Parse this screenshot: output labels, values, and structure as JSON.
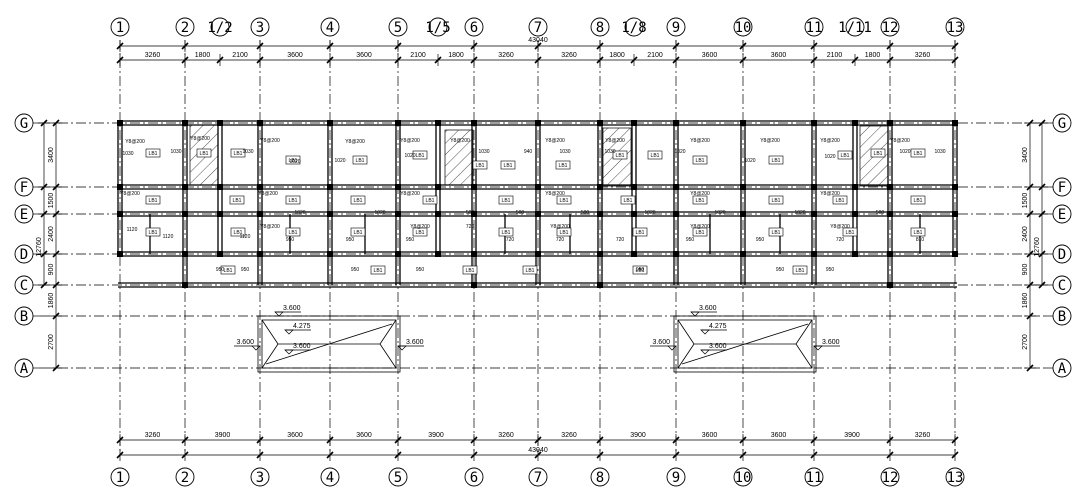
{
  "axes_x": [
    "1",
    "2",
    "1/2",
    "3",
    "4",
    "5",
    "1/5",
    "6",
    "7",
    "8",
    "1/8",
    "9",
    "10",
    "11",
    "1/11",
    "12",
    "13"
  ],
  "axes_x_bottom": [
    "1",
    "2",
    "3",
    "4",
    "5",
    "6",
    "7",
    "8",
    "9",
    "10",
    "11",
    "12",
    "13"
  ],
  "axes_y": [
    "G",
    "F",
    "E",
    "D",
    "C",
    "B",
    "A"
  ],
  "top_total": "43040",
  "bottom_total": "43040",
  "top_dims": [
    "3260",
    "1800",
    "2100",
    "3600",
    "3600",
    "2100",
    "1800",
    "3260",
    "3260",
    "1800",
    "2100",
    "3600",
    "3600",
    "2100",
    "1800",
    "3260"
  ],
  "bottom_dims": [
    "3260",
    "3900",
    "3600",
    "3600",
    "3900",
    "3260",
    "3260",
    "3900",
    "3600",
    "3600",
    "3900",
    "3260"
  ],
  "side_dims": [
    "3400",
    "1500",
    "2400",
    "900",
    "1860",
    "2700"
  ],
  "side_total": "12760",
  "slab_tag": "LB1",
  "beam_label": "Y8@200",
  "slab_dims": [
    "1030",
    "1120",
    "1020",
    "950",
    "940",
    "720",
    "500",
    "810",
    "740",
    "1110"
  ],
  "elevations": {
    "top": "3.600",
    "ridge": "4.275",
    "side_left": "3.600",
    "side_right": "3.600",
    "bottom": "3.600"
  }
}
